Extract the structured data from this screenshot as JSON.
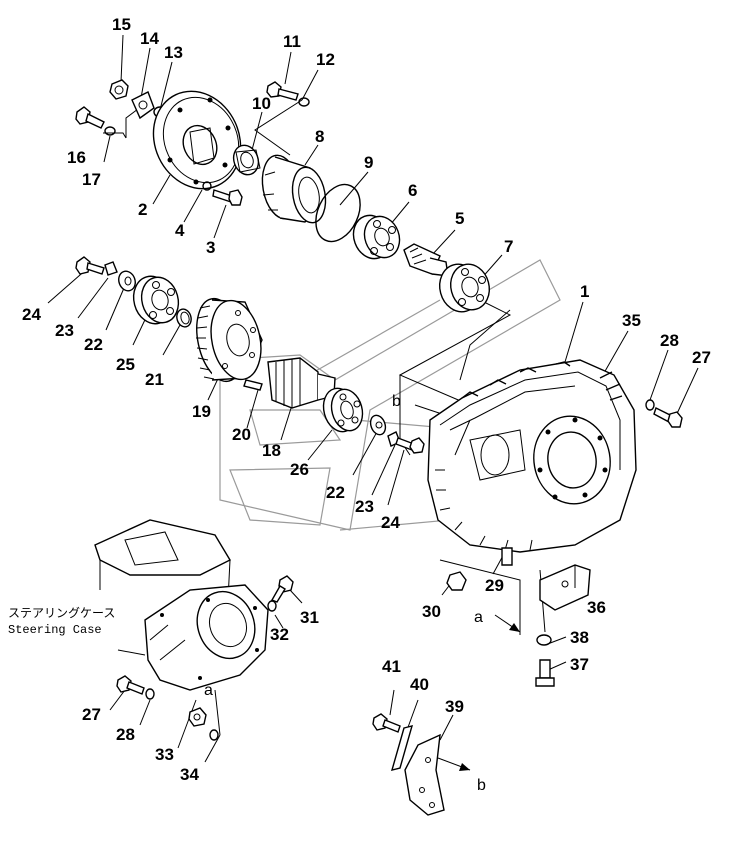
{
  "callouts": [
    {
      "id": "15",
      "text": "15"
    },
    {
      "id": "14",
      "text": "14"
    },
    {
      "id": "13",
      "text": "13"
    },
    {
      "id": "11",
      "text": "11"
    },
    {
      "id": "12",
      "text": "12"
    },
    {
      "id": "10",
      "text": "10"
    },
    {
      "id": "8",
      "text": "8"
    },
    {
      "id": "16",
      "text": "16"
    },
    {
      "id": "17",
      "text": "17"
    },
    {
      "id": "2",
      "text": "2"
    },
    {
      "id": "4",
      "text": "4"
    },
    {
      "id": "3",
      "text": "3"
    },
    {
      "id": "9",
      "text": "9"
    },
    {
      "id": "6",
      "text": "6"
    },
    {
      "id": "5",
      "text": "5"
    },
    {
      "id": "7",
      "text": "7"
    },
    {
      "id": "1",
      "text": "1"
    },
    {
      "id": "35",
      "text": "35"
    },
    {
      "id": "28a",
      "text": "28"
    },
    {
      "id": "27a",
      "text": "27"
    },
    {
      "id": "24a",
      "text": "24"
    },
    {
      "id": "23a",
      "text": "23"
    },
    {
      "id": "22a",
      "text": "22"
    },
    {
      "id": "25",
      "text": "25"
    },
    {
      "id": "21",
      "text": "21"
    },
    {
      "id": "19",
      "text": "19"
    },
    {
      "id": "20",
      "text": "20"
    },
    {
      "id": "18",
      "text": "18"
    },
    {
      "id": "26",
      "text": "26"
    },
    {
      "id": "22b",
      "text": "22"
    },
    {
      "id": "23b",
      "text": "23"
    },
    {
      "id": "24b",
      "text": "24"
    },
    {
      "id": "29",
      "text": "29"
    },
    {
      "id": "30",
      "text": "30"
    },
    {
      "id": "36",
      "text": "36"
    },
    {
      "id": "38",
      "text": "38"
    },
    {
      "id": "37",
      "text": "37"
    },
    {
      "id": "31",
      "text": "31"
    },
    {
      "id": "32",
      "text": "32"
    },
    {
      "id": "27b",
      "text": "27"
    },
    {
      "id": "28b",
      "text": "28"
    },
    {
      "id": "33",
      "text": "33"
    },
    {
      "id": "34",
      "text": "34"
    },
    {
      "id": "41",
      "text": "41"
    },
    {
      "id": "40",
      "text": "40"
    },
    {
      "id": "39",
      "text": "39"
    }
  ],
  "reference_marks": [
    {
      "id": "b1",
      "text": "b"
    },
    {
      "id": "a1",
      "text": "a"
    },
    {
      "id": "a2",
      "text": "a"
    },
    {
      "id": "b2",
      "text": "b"
    }
  ],
  "caption": {
    "japanese": "ステアリングケース",
    "english": "Steering Case"
  }
}
